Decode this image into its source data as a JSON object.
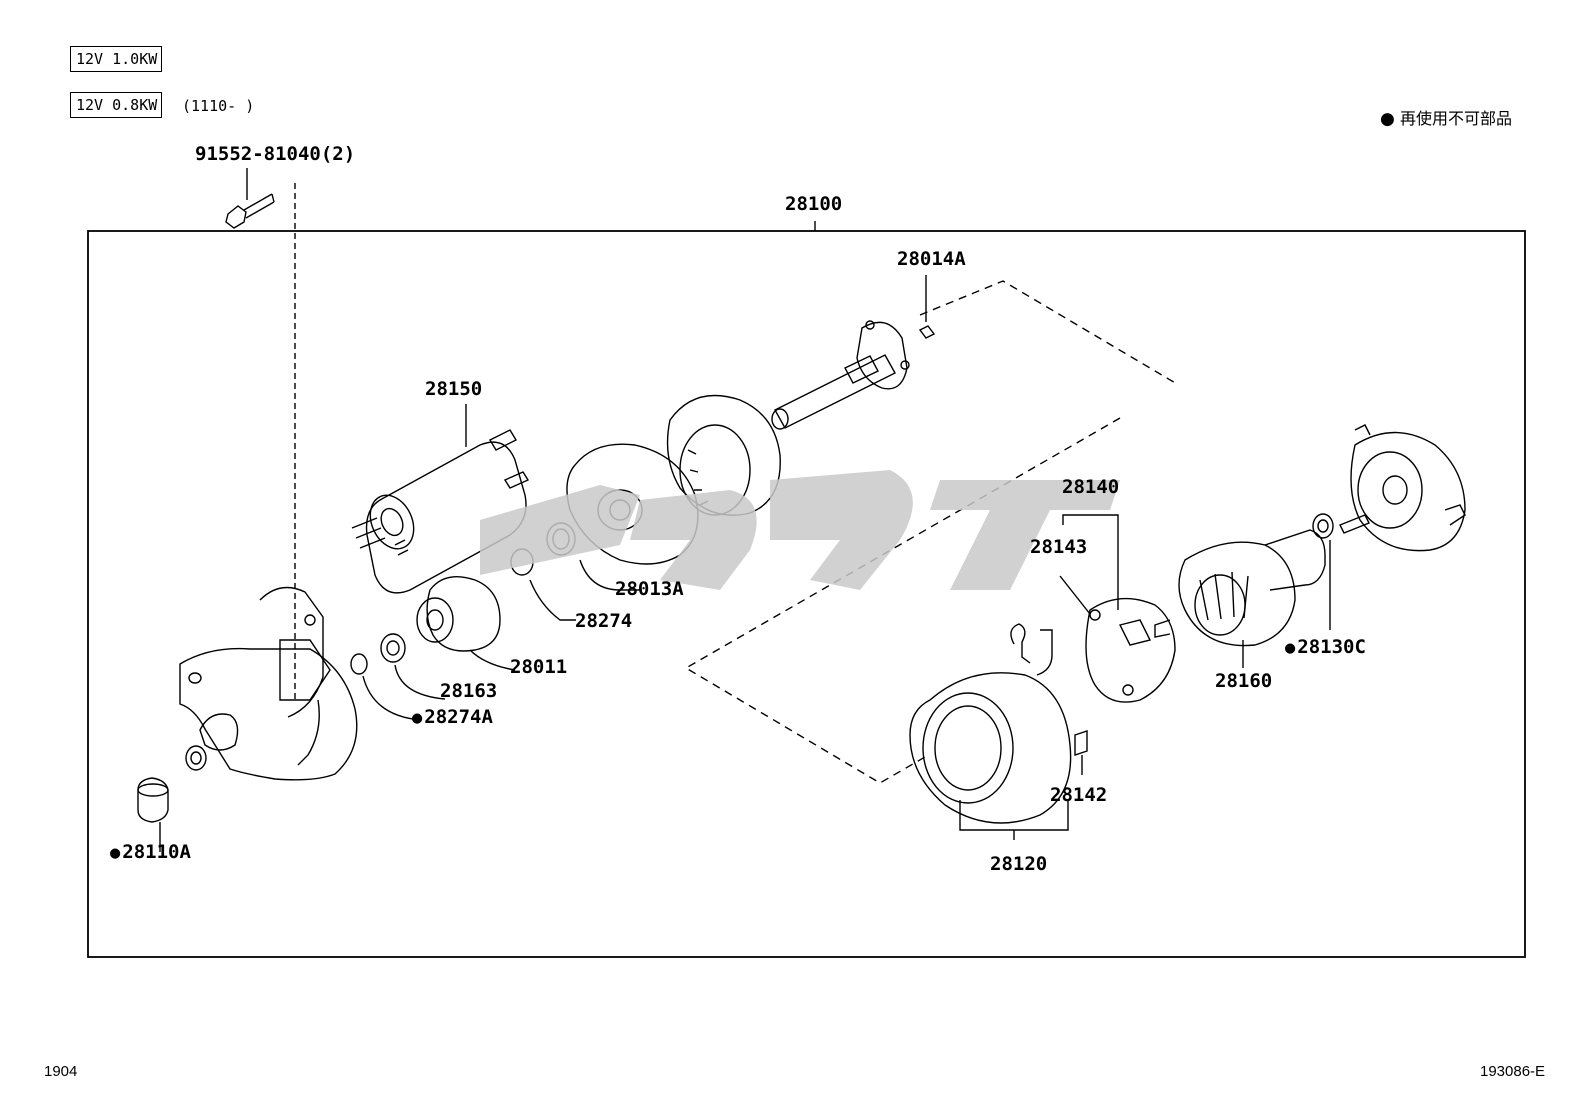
{
  "specs": {
    "spec1": "12V 1.0KW",
    "spec2": "12V 0.8KW",
    "spec2_range": "(1110-     )"
  },
  "legend": {
    "text": "再使用不可部品"
  },
  "parts": {
    "bolt": "91552-81040(2)",
    "assembly": "28100",
    "p28014A": "28014A",
    "p28150": "28150",
    "p28013A": "28013A",
    "p28274": "28274",
    "p28011": "28011",
    "p28163": "28163",
    "p28274A": "28274A",
    "p28110A": "28110A",
    "p28140": "28140",
    "p28143": "28143",
    "p28160": "28160",
    "p28130C": "28130C",
    "p28142": "28142",
    "p28120": "28120"
  },
  "footer": {
    "left": "1904",
    "right": "193086-E"
  }
}
